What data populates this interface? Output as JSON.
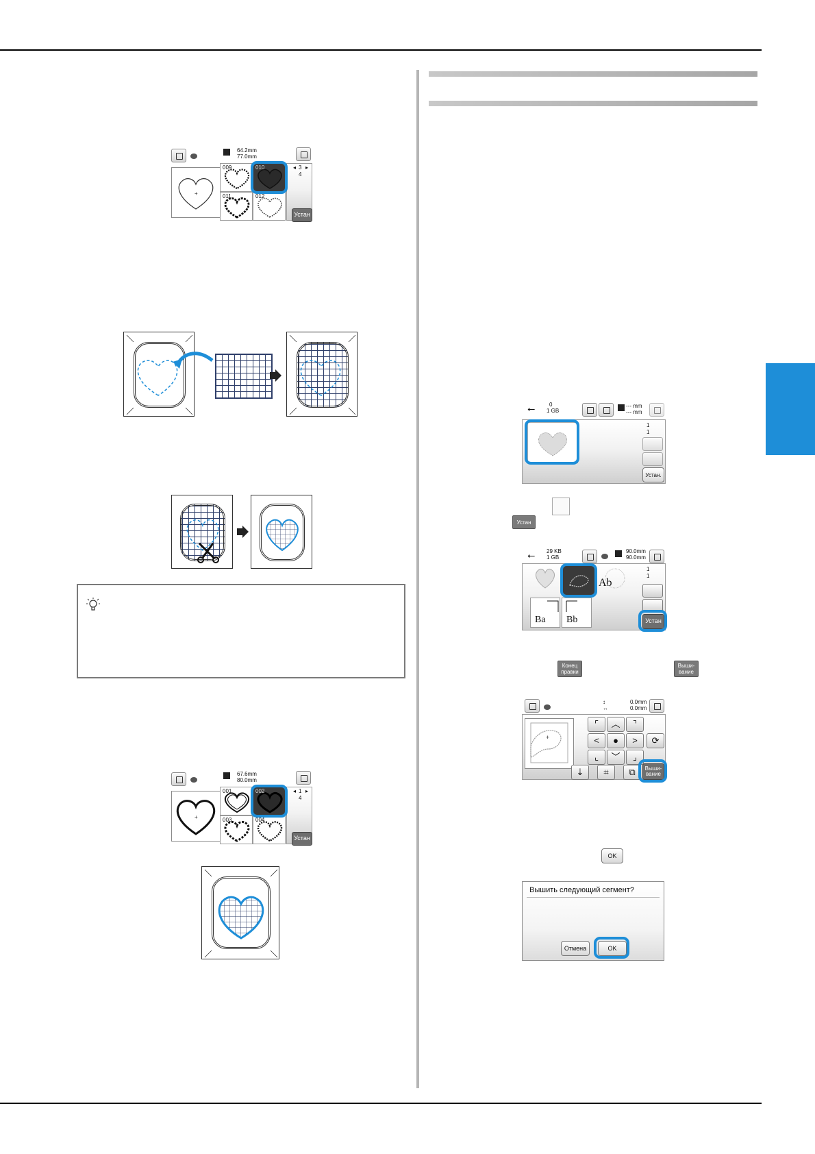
{
  "colors": {
    "accent": "#1e8ed8",
    "side_tab": "#1e8ed8",
    "button_dark": "#6e6e6e"
  },
  "screen_a": {
    "size_w": "64.2mm",
    "size_h": "77.0mm",
    "page": "3",
    "pages": "4",
    "cells": [
      "009",
      "010",
      "011",
      "012"
    ],
    "set_label": "Устан"
  },
  "screen_b": {
    "size_w": "67.6mm",
    "size_h": "80.0mm",
    "page": "1",
    "pages": "4",
    "cells": [
      "001",
      "002",
      "003",
      "004"
    ],
    "set_label": "Устан"
  },
  "screen_usb": {
    "count": "0",
    "capacity": "1 GB",
    "size_w": "--- mm",
    "size_h": "--- mm",
    "page": "1",
    "pages": "1",
    "set_label": "Устан."
  },
  "screen_sel": {
    "used": "29 KB",
    "capacity": "1 GB",
    "size_w": "90.0mm",
    "size_h": "90.0mm",
    "page": "1",
    "pages": "1",
    "glyph_ab": "Ab",
    "glyph_ba": "Ba",
    "glyph_bb": "Bb",
    "set_label": "Устан"
  },
  "screen_edit": {
    "offset_v": "0.0mm",
    "offset_h": "0.0mm",
    "embroider_label": "Выши-\nвание"
  },
  "inline": {
    "set_label": "Устан",
    "end_edit_label": "Конец\nправки",
    "embroider_label": "Выши-\nвание",
    "ok_label": "OK"
  },
  "dialog": {
    "question": "Вышить следующий сегмент?",
    "cancel_label": "Отмена",
    "ok_label": "OK"
  }
}
